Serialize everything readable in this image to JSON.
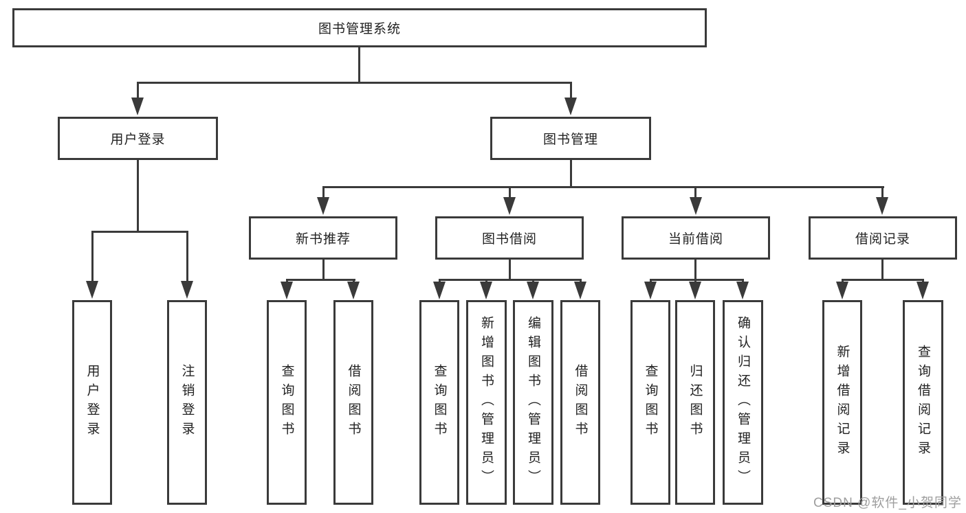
{
  "colors": {
    "line": "#3a3a3a",
    "text": "#222222",
    "watermark": "#9e9e9e",
    "background": "#ffffff"
  },
  "diagram": {
    "type": "hierarchy-tree",
    "nodes": {
      "root": "图书管理系统",
      "user_login": "用户登录",
      "book_mgmt": "图书管理",
      "new_book_rec": "新书推荐",
      "book_borrow": "图书借阅",
      "current_borrow": "当前借阅",
      "borrow_records": "借阅记录",
      "leaf_user_login": "用户登录",
      "leaf_logout": "注销登录",
      "leaf_query_book_1": "查询图书",
      "leaf_borrow_book_1": "借阅图书",
      "leaf_query_book_2": "查询图书",
      "leaf_add_book": "新增图书（管理员）",
      "leaf_edit_book": "编辑图书（管理员）",
      "leaf_borrow_book_2": "借阅图书",
      "leaf_query_book_3": "查询图书",
      "leaf_return_book": "归还图书",
      "leaf_confirm_return": "确认归还（管理员）",
      "leaf_add_record": "新增借阅记录",
      "leaf_query_record": "查询借阅记录"
    }
  },
  "watermark": {
    "text": "CSDN @软件_小贺同学"
  }
}
